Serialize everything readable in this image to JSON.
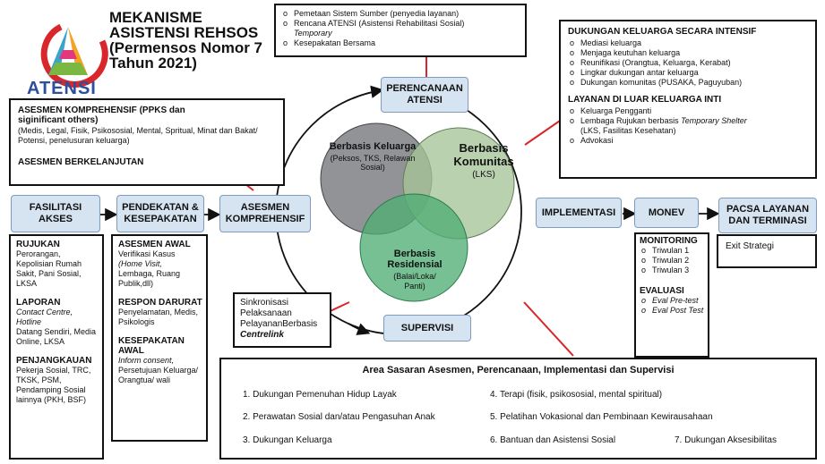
{
  "logo": {
    "text": "ATENSI"
  },
  "title": {
    "line1": "MEKANISME",
    "line2": "ASISTENSI REHSOS",
    "line3": "(Permensos Nomor 7",
    "line4": "Tahun 2021)"
  },
  "top_center_list": {
    "item1": "Pemetaan Sistem Sumber (penyedia layanan)",
    "item2a": "Rencana ATENSI (Asistensi Rehabilitasi Sosial)",
    "item2b": "Temporary",
    "item3": "Kesepakatan Bersama"
  },
  "asesmen_box": {
    "heading": "ASESMEN KOMPREHENSIF (PPKS dan",
    "heading2": "siginificant others)",
    "body": "(Medis, Legal, Fisik, Psikososial, Mental, Spritual, Minat dan Bakat/ Potensi, penelusuran keluarga)",
    "footer": "ASESMEN BERKELANJUTAN"
  },
  "right_top_box": {
    "heading1": "DUKUNGAN KELUARGA SECARA INTENSIF",
    "list1": [
      "Mediasi keluarga",
      "Menjaga keutuhan keluarga",
      "Reunifikasi (Orangtua, Keluarga, Kerabat)",
      "Lingkar dukungan antar keluarga",
      "Dukungan komunitas (PUSAKA, Paguyuban)"
    ],
    "heading2": "LAYANAN DI LUAR KELUARGA INTI",
    "list2_1": "Keluarga Pengganti",
    "list2_2a": "Lembaga Rujukan berbasis ",
    "list2_2b": "Temporary Shelter",
    "list2_2c": "(LKS, Fasilitas Kesehatan)",
    "list2_3": "Advokasi"
  },
  "flow": {
    "fasilitasi": "FASILITASI AKSES",
    "pendekatan": "PENDEKATAN & KESEPAKATAN",
    "asesmen": "ASESMEN KOMPREHENSIF",
    "perencanaan": "PERENCANAAN ATENSI",
    "supervisi": "SUPERVISI",
    "implementasi": "IMPLEMENTASI",
    "monev": "MONEV",
    "pasca": "PACSA LAYANAN DAN TERMINASI"
  },
  "venn": {
    "keluarga_title": "Berbasis Keluarga",
    "keluarga_sub": "(Peksos, TKS, Relawan Sosial)",
    "komunitas_title": "Berbasis Komunitas",
    "komunitas_sub": "(LKS)",
    "residensial_title": "Berbasis Residensial",
    "residensial_sub": "(Balai/Loka/ Panti)"
  },
  "left_col": {
    "rujukan_h": "RUJUKAN",
    "rujukan_b": "Perorangan, Kepolisian Rumah Sakit, Pani Sosial, LKSA",
    "laporan_h": "LAPORAN",
    "laporan_i": "Contact Centre, Hotline",
    "laporan_b": "Datang Sendiri, Media Online, LKSA",
    "penjangkauan_h": "PENJANGKAUAN",
    "penjangkauan_b": "Pekerja Sosial, TRC, TKSK, PSM, Pendamping Sosial lainnya (PKH, BSF)"
  },
  "mid_col": {
    "awal_h": "ASESMEN AWAL",
    "awal_b1": "Verifikasi Kasus",
    "awal_i": "(Home Visit,",
    "awal_b2": "Lembaga, Ruang Publik,dll)",
    "respon_h": "RESPON DARURAT",
    "respon_b": "Penyelamatan, Medis, Psikologis",
    "kesepakatan_h": "KESEPAKATAN AWAL",
    "kesepakatan_i": "Inform consent,",
    "kesepakatan_b": "Persetujuan Keluarga/ Orangtua/ wali"
  },
  "sinkron": {
    "text": "Sinkronisasi Pelaksanaan PelayananBerbasis",
    "bold": "Centrelink"
  },
  "monev_box": {
    "monitoring_h": "MONITORING",
    "monitoring": [
      "Triwulan 1",
      "Triwulan 2",
      "Triwulan 3"
    ],
    "evaluasi_h": "EVALUASI",
    "evaluasi": [
      "Eval Pre-test",
      "Eval Post Test"
    ]
  },
  "exit": "Exit Strategi",
  "bottom": {
    "title": "Area Sasaran Asesmen, Perencanaan, Implementasi dan Supervisi",
    "i1": "1. Dukungan Pemenuhan Hidup Layak",
    "i2": "2. Perawatan Sosial dan/atau Pengasuhan Anak",
    "i3": "3. Dukungan Keluarga",
    "i4": "4. Terapi (fisik, psikososial, mental spiritual)",
    "i5": "5. Pelatihan Vokasional dan Pembinaan Kewirausahaan",
    "i6": "6. Bantuan dan Asistensi Sosial",
    "i7": "7. Dukungan Aksesibilitas"
  }
}
